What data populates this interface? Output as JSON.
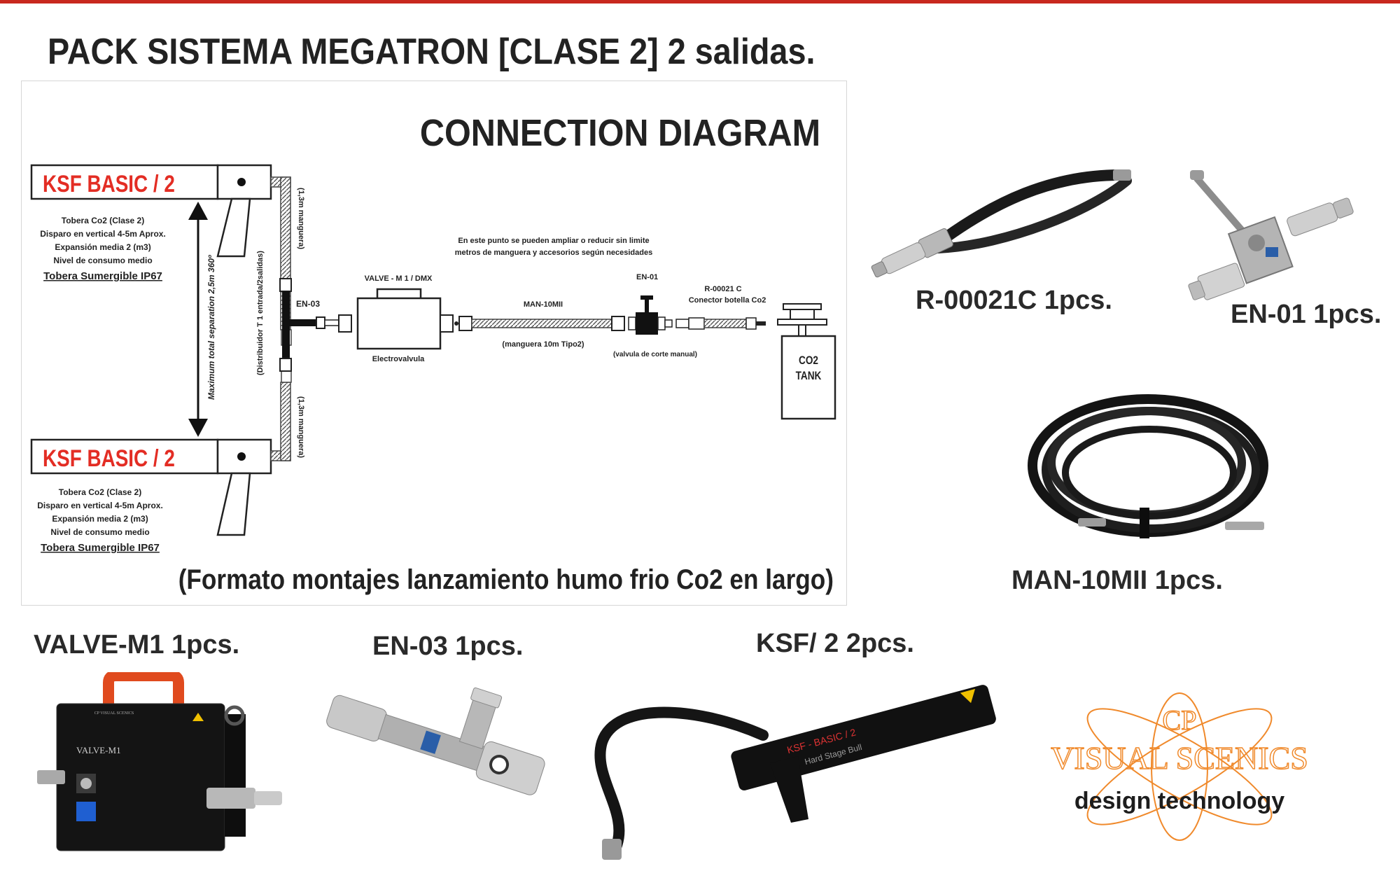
{
  "header": {
    "title": "PACK SISTEMA MEGATRON [CLASE 2]  2 salidas."
  },
  "diagram": {
    "heading": "CONNECTION DIAGRAM",
    "ksf_top": {
      "label": "KSF BASIC / 2",
      "line1": "Tobera Co2 (Clase 2)",
      "line2": "Disparo en vertical 4-5m Aprox.",
      "line3": "Expansión media 2 (m3)",
      "line4": "Nivel de consumo medio",
      "line5": "Tobera Sumergible IP67"
    },
    "ksf_bottom": {
      "label": "KSF BASIC / 2",
      "line1": "Tobera Co2 (Clase 2)",
      "line2": "Disparo en vertical 4-5m Aprox.",
      "line3": "Expansión media 2 (m3)",
      "line4": "Nivel de consumo medio",
      "line5": "Tobera Sumergible IP67"
    },
    "separation_label": "Maximum total separation 2,5m 360º",
    "distributor_label": "(Distribuidor T 1 entrada/2salidas)",
    "hose_top_label": "(1,3m manguera)",
    "hose_bottom_label": "(1,3m manguera)",
    "en03_label": "EN-03",
    "valve_title": "VALVE - M 1 / DMX",
    "valve_sub": "Electrovalvula",
    "note_line1": "En este punto se pueden ampliar o reducir sin limite",
    "note_line2": "metros de manguera y accesorios según necesidades",
    "man_label": "MAN-10MII",
    "man_sub": "(manguera 10m Tipo2)",
    "en01_label": "EN-01",
    "en01_sub": "(valvula de corte manual)",
    "r21_label": "R-00021 C",
    "r21_sub": "Conector botella Co2",
    "tank_line1": "CO2",
    "tank_line2": "TANK",
    "footer": "(Formato montajes lanzamiento humo frio Co2 en largo)"
  },
  "products": {
    "r21": "R-00021C  1pcs.",
    "en01": "EN-01  1pcs.",
    "man": "MAN-10MII  1pcs.",
    "valve": "VALVE-M1  1pcs.",
    "en03": "EN-03  1pcs.",
    "ksf": "KSF/ 2   2pcs."
  },
  "valve_device": {
    "label": "VALVE-M1",
    "brand": "CP VISUAL SCENICS"
  },
  "ksf_device": {
    "label": "KSF - BASIC / 2",
    "label2": "Hard Stage Bull"
  },
  "logo": {
    "initials": "CP",
    "name": "VISUAL SCENICS",
    "tagline": "design technology"
  },
  "colors": {
    "accent_red": "#e32d24",
    "logo_orange": "#f08a2c",
    "text": "#222222"
  }
}
